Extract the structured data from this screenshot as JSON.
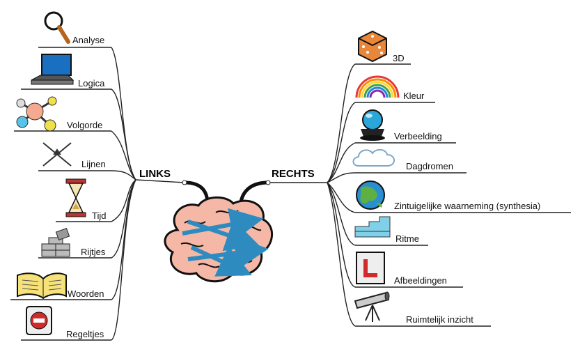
{
  "center": {
    "left_title": "LINKS",
    "right_title": "RECHTS"
  },
  "left_branches": [
    {
      "label": "Analyse",
      "icon": "magnifier-icon"
    },
    {
      "label": "Logica",
      "icon": "laptop-icon"
    },
    {
      "label": "Volgorde",
      "icon": "molecule-icon"
    },
    {
      "label": "Lijnen",
      "icon": "crossed-lines-icon"
    },
    {
      "label": "Tijd",
      "icon": "hourglass-icon"
    },
    {
      "label": "Rijtjes",
      "icon": "bricks-icon"
    },
    {
      "label": "Woorden",
      "icon": "open-book-icon"
    },
    {
      "label": "Regeltjes",
      "icon": "no-entry-sign-icon"
    }
  ],
  "right_branches": [
    {
      "label": "3D",
      "icon": "dice-icon"
    },
    {
      "label": "Kleur",
      "icon": "rainbow-icon"
    },
    {
      "label": "Verbeelding",
      "icon": "crystal-ball-icon"
    },
    {
      "label": "Dagdromen",
      "icon": "cloud-icon"
    },
    {
      "label": "Zintuigelijke waarneming (synthesia)",
      "icon": "globe-icon"
    },
    {
      "label": "Ritme",
      "icon": "stairs-icon"
    },
    {
      "label": "Afbeeldingen",
      "icon": "picture-frame-icon"
    },
    {
      "label": "Ruimtelijk inzicht",
      "icon": "telescope-icon"
    }
  ],
  "colors": {
    "brain": "#f6b8a6",
    "arrow": "#2e8bc0",
    "line": "#222222"
  }
}
